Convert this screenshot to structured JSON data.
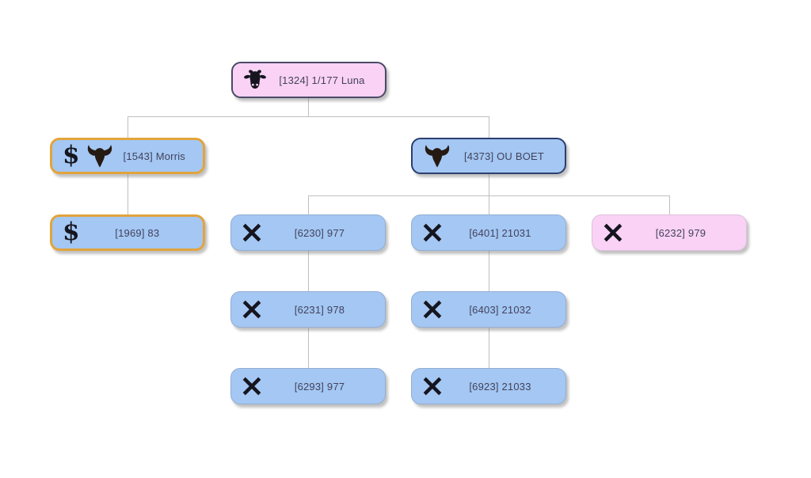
{
  "app": {
    "view": "pedigree-tree",
    "background": "#ffffff"
  },
  "colors": {
    "male_fill": "#a4c7f3",
    "female_fill": "#fad2f6",
    "highlight_border": "#e2a43c",
    "dark_border": "#4a4a66",
    "navy_border": "#2c3e70",
    "connector_line": "#bfbfbf",
    "text": "#42425c"
  },
  "glyphs": {
    "dollar": "$"
  },
  "tree": {
    "nodes": [
      {
        "id": "1324",
        "label": "[1324] 1/177 Luna",
        "icons": [
          "cow-icon"
        ],
        "variant": "female-pink",
        "border": "dark"
      },
      {
        "id": "1543",
        "label": "[1543] Morris",
        "icons": [
          "dollar-icon",
          "bull-icon"
        ],
        "variant": "male-blue",
        "border": "gold"
      },
      {
        "id": "4373",
        "label": "[4373] OU BOET",
        "icons": [
          "bull-icon"
        ],
        "variant": "male-blue",
        "border": "navy"
      },
      {
        "id": "1969",
        "label": "[1969] 83",
        "icons": [
          "dollar-icon"
        ],
        "variant": "male-blue",
        "border": "gold"
      },
      {
        "id": "6230",
        "label": "[6230] 977",
        "icons": [
          "cross-icon"
        ],
        "variant": "male-blue",
        "border": "plain"
      },
      {
        "id": "6401",
        "label": "[6401] 21031",
        "icons": [
          "cross-icon"
        ],
        "variant": "male-blue",
        "border": "plain"
      },
      {
        "id": "6232",
        "label": "[6232] 979",
        "icons": [
          "cross-icon"
        ],
        "variant": "female-pink",
        "border": "plain"
      },
      {
        "id": "6231",
        "label": "[6231] 978",
        "icons": [
          "cross-icon"
        ],
        "variant": "male-blue",
        "border": "plain"
      },
      {
        "id": "6403",
        "label": "[6403] 21032",
        "icons": [
          "cross-icon"
        ],
        "variant": "male-blue",
        "border": "plain"
      },
      {
        "id": "6293",
        "label": "[6293] 977",
        "icons": [
          "cross-icon"
        ],
        "variant": "male-blue",
        "border": "plain"
      },
      {
        "id": "6923",
        "label": "[6923] 21033",
        "icons": [
          "cross-icon"
        ],
        "variant": "male-blue",
        "border": "plain"
      }
    ],
    "edges": [
      "1324-1543",
      "1324-4373",
      "1543-1969",
      "4373-6230",
      "4373-6401",
      "4373-6232",
      "6230-6231",
      "6231-6293",
      "6401-6403",
      "6403-6923"
    ]
  }
}
